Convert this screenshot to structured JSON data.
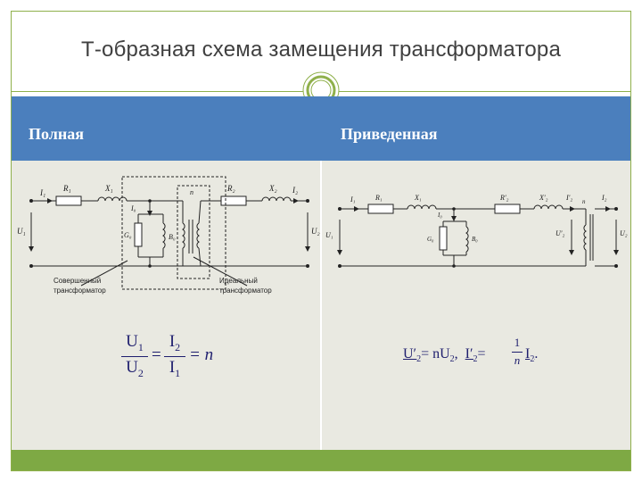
{
  "slide": {
    "title": "Т-образная схема замещения трансформатора",
    "columns": {
      "left": "Полная",
      "right": "Приведенная"
    }
  },
  "left_circuit": {
    "labels": {
      "i1": "I₁",
      "r1": "R₁",
      "x1": "X₁",
      "r2": "R₂",
      "x2": "X₂",
      "i2": "I₂",
      "u1": "U₁",
      "u2": "U₂",
      "i0": "I₀",
      "g0": "G₀",
      "b0": "B₀",
      "n": "n"
    },
    "callouts": {
      "real": "Совершенный\nтрансформатор",
      "ideal": "Идеальный\nтрансформатор"
    }
  },
  "right_circuit": {
    "labels": {
      "i1": "I₁",
      "r1": "R₁",
      "x1": "X₁",
      "r2p": "R′₂",
      "x2p": "X′₂",
      "i2p": "I′₂",
      "i2": "I₂",
      "u1": "U₁",
      "u2p": "U′₂",
      "u2": "U₂",
      "i0": "I₀",
      "g0": "G₀",
      "b0": "B₀",
      "n": "n"
    }
  },
  "formulas": {
    "left": {
      "u1": "U",
      "u1_sub": "1",
      "u2": "U",
      "u2_sub": "2",
      "i2": "I",
      "i2_sub": "2",
      "i1": "I",
      "i1_sub": "1",
      "eq1": "=",
      "eq2": "= n"
    },
    "right": {
      "u2p": "U′",
      "u2p_sub": "2",
      "eq1": "= nU",
      "eq1_sub": "2",
      "comma": ",",
      "i2p": "I′",
      "i2p_sub": "2",
      "eq2": "=",
      "frac_num": "1",
      "frac_den": "n",
      "i2": "I",
      "i2_sub": "2",
      "dot": "."
    }
  },
  "colors": {
    "frame_green": "#8fb04b",
    "header_blue": "#4b7fbd",
    "footer_green": "#7ea944",
    "panel_bg": "#e9e9e1"
  }
}
